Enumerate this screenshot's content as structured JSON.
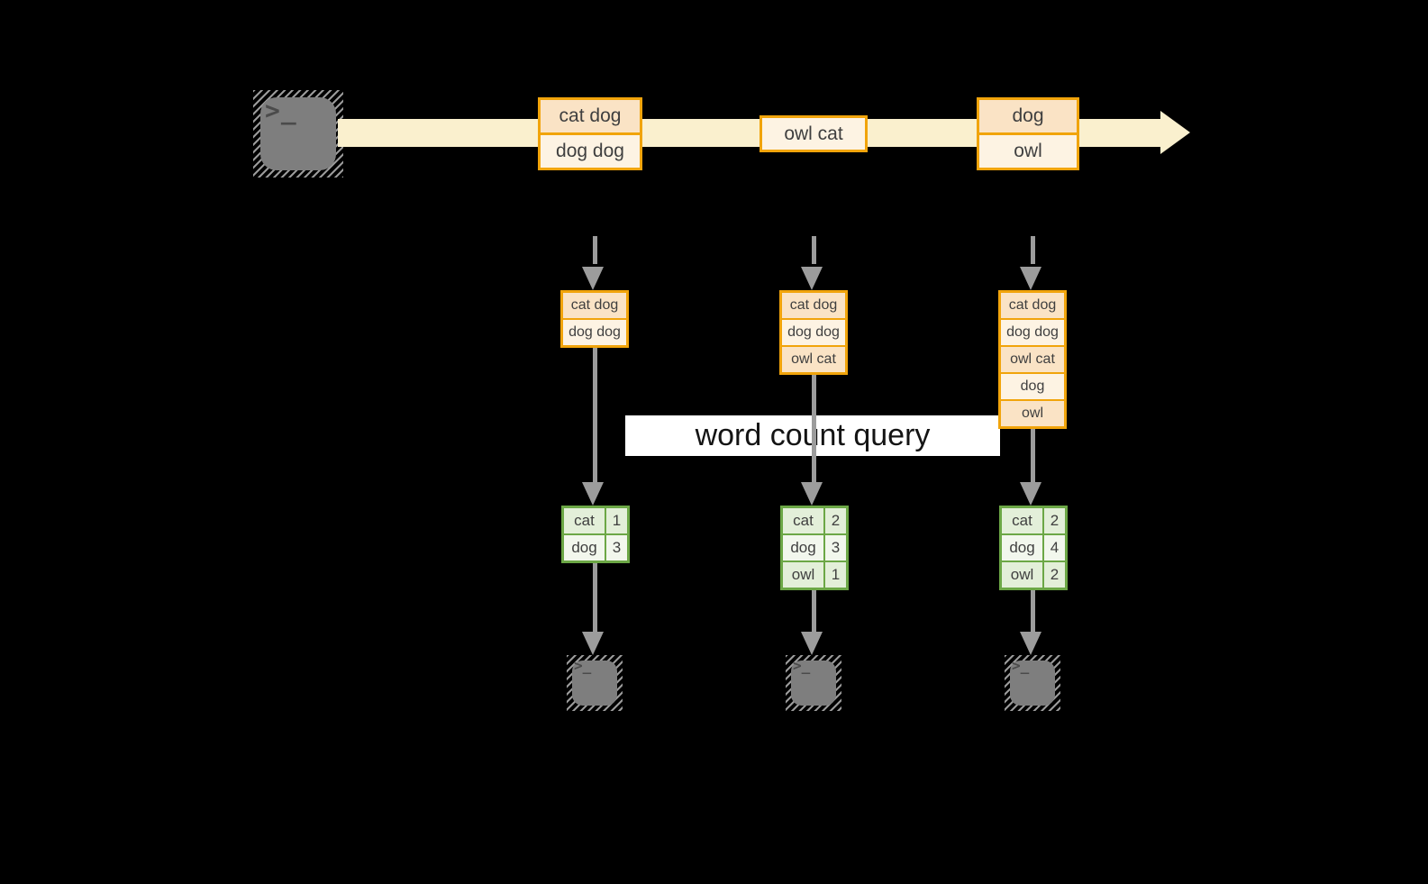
{
  "query_label": "word count query",
  "colors": {
    "background": "#000000",
    "stream_fill": "#faf0ce",
    "event_border": "#f1a40b",
    "event_fill_peach": "#fae3c5",
    "event_fill_cream": "#fdf3e3",
    "table_border": "#6ca746",
    "table_fill_dark": "#e3efd9",
    "table_fill_light": "#f2f7ed",
    "arrow_gray": "#9c9c9c",
    "terminal_gray": "#7e7e7e"
  },
  "source_terminal": {
    "prompt": ">_"
  },
  "stream_events": [
    {
      "lines": [
        "cat dog",
        "dog dog"
      ]
    },
    {
      "lines": [
        "owl cat"
      ]
    },
    {
      "lines": [
        "dog",
        "owl"
      ]
    }
  ],
  "snapshots": [
    {
      "inputs": [
        "cat dog",
        "dog dog"
      ],
      "counts": [
        {
          "word": "cat",
          "count": "1"
        },
        {
          "word": "dog",
          "count": "3"
        }
      ]
    },
    {
      "inputs": [
        "cat dog",
        "dog dog",
        "owl cat"
      ],
      "counts": [
        {
          "word": "cat",
          "count": "2"
        },
        {
          "word": "dog",
          "count": "3"
        },
        {
          "word": "owl",
          "count": "1"
        }
      ]
    },
    {
      "inputs": [
        "cat dog",
        "dog dog",
        "owl cat",
        "dog",
        "owl"
      ],
      "counts": [
        {
          "word": "cat",
          "count": "2"
        },
        {
          "word": "dog",
          "count": "4"
        },
        {
          "word": "owl",
          "count": "2"
        }
      ]
    }
  ],
  "output_terminals": [
    {
      "prompt": ">_"
    },
    {
      "prompt": ">_"
    },
    {
      "prompt": ">_"
    }
  ]
}
